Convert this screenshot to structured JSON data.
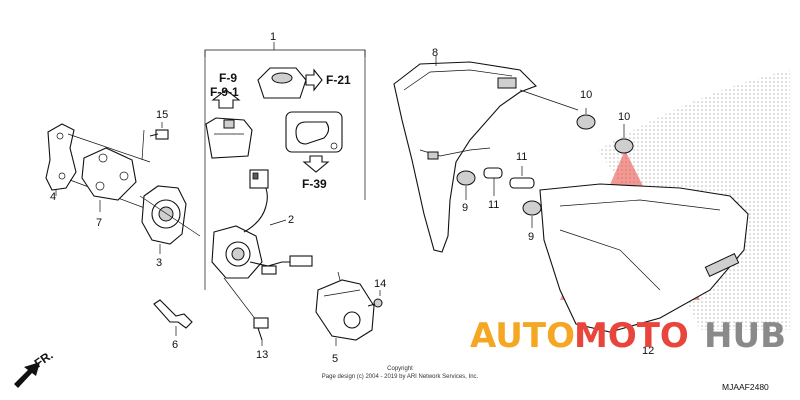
{
  "callouts": {
    "c1": "1",
    "c2": "2",
    "c3": "3",
    "c4": "4",
    "c5": "5",
    "c6": "6",
    "c7": "7",
    "c8": "8",
    "c9a": "9",
    "c9b": "9",
    "c10a": "10",
    "c10b": "10",
    "c11a": "11",
    "c11b": "11",
    "c12": "12",
    "c13": "13",
    "c14": "14",
    "c15": "15"
  },
  "refs": {
    "f9": "F-9",
    "f91": "F-9-1",
    "f21": "F-21",
    "f39": "F-39"
  },
  "front_label": "FR.",
  "copyright": {
    "line1": "Copyright",
    "line2": "Page design (c) 2004 - 2019 by ARI Network Services, Inc."
  },
  "diagram_code": "MJAAF2480",
  "watermark": {
    "part1": "AUTO",
    "part2": "MOTO",
    "part3": "HUB",
    "color_orange": "#f5a623",
    "color_red": "#e8463c",
    "color_grey": "#8a8a8a"
  }
}
